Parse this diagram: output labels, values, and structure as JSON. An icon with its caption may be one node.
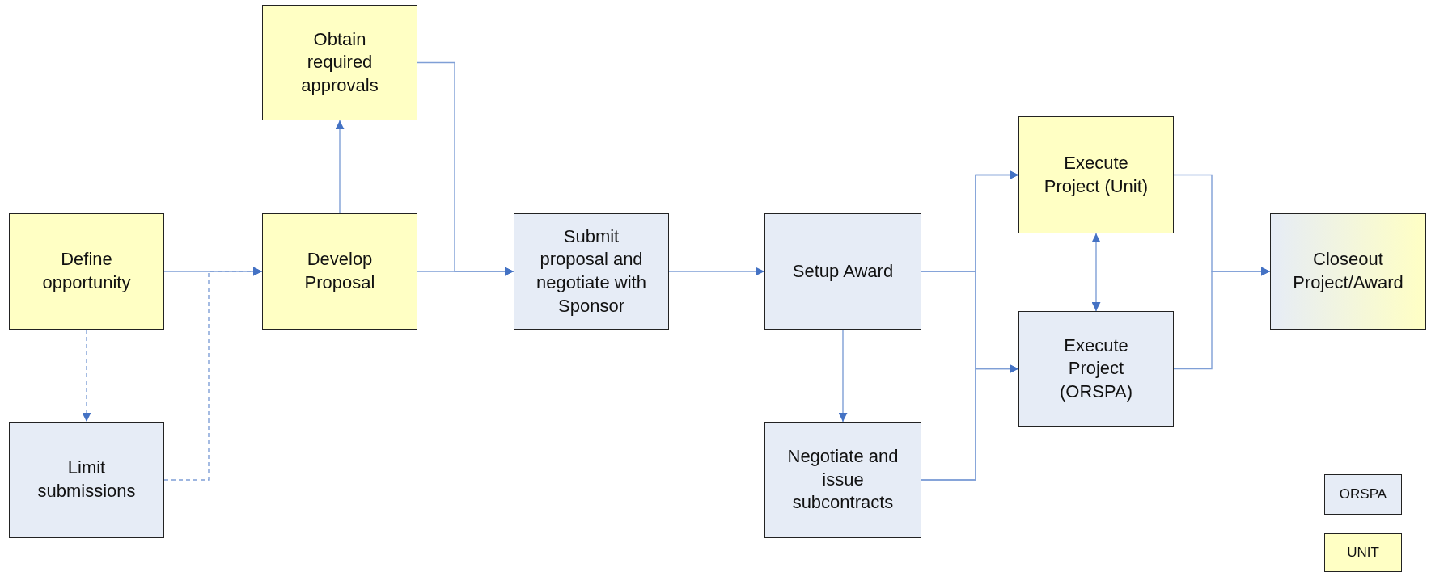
{
  "diagram": {
    "nodes": [
      {
        "text": [
          "Define opportunity"
        ]
      },
      {
        "text": [
          "Limit submissions"
        ]
      },
      {
        "text": [
          "Obtain required approvals"
        ]
      },
      {
        "text": [
          "Develop Proposal"
        ]
      },
      {
        "text": [
          "Submit proposal and negotiate with Sponsor"
        ]
      },
      {
        "text": [
          "Setup Award"
        ]
      },
      {
        "text": [
          "Negotiate and issue subcontracts"
        ]
      },
      {
        "text": [
          "Execute Project (Unit)"
        ]
      },
      {
        "text": [
          "Execute Project (ORSPA)"
        ]
      },
      {
        "text": [
          "Closeout Project/Award"
        ]
      }
    ],
    "edges": [
      {
        "from": 0,
        "to": 3,
        "arrow": "to"
      },
      {
        "from": 0,
        "to": 1,
        "arrow": "to",
        "style": "dashed"
      },
      {
        "from": 1,
        "to": 3,
        "arrow": "to",
        "style": "dashed"
      },
      {
        "from": 3,
        "to": 2,
        "arrow": "to"
      },
      {
        "from": 2,
        "to": 4,
        "arrow": "to"
      },
      {
        "from": 3,
        "to": 4,
        "arrow": "to"
      },
      {
        "from": 4,
        "to": 5,
        "arrow": "to"
      },
      {
        "from": 5,
        "to": 6,
        "arrow": "to"
      },
      {
        "from": 5,
        "to": 7,
        "arrow": "to"
      },
      {
        "from": 5,
        "to": 8,
        "arrow": "to"
      },
      {
        "from": 6,
        "to": 7,
        "arrow": "to"
      },
      {
        "from": 6,
        "to": 8,
        "arrow": "to"
      },
      {
        "from": 7,
        "to": 8,
        "arrow": "both"
      },
      {
        "from": 7,
        "to": 9,
        "arrow": "to"
      },
      {
        "from": 8,
        "to": 9,
        "arrow": "to"
      }
    ],
    "legend": [
      {
        "text": "ORSPA",
        "color": "#e6ecf6"
      },
      {
        "text": "UNIT",
        "color": "#ffffc4"
      }
    ]
  }
}
